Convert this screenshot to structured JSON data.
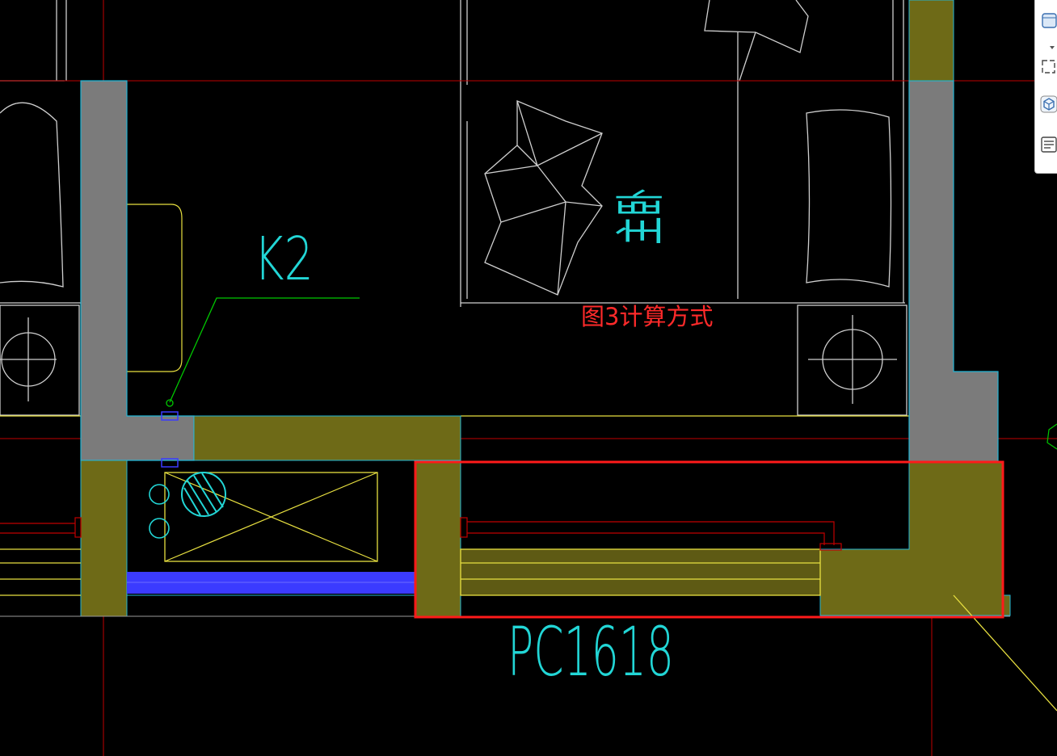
{
  "drawing": {
    "labels": {
      "room_name": "主卧",
      "ac_unit_tag": "K2",
      "window_tag": "PC1618",
      "annotation": "图3计算方式"
    },
    "colors": {
      "background": "#000000",
      "wall_fill": "#7b7b7b",
      "window_fill": "#6e6a17",
      "wall_edge": "#22b6d6",
      "axis_line": "#c00000",
      "leader_line": "#00c800",
      "furniture_line": "#cfcfcf",
      "window_line": "#e8e040",
      "blue_glass": "#3b3bff",
      "highlight_box": "#ff1a1a",
      "text_cyan": "#22d6d6",
      "text_red": "#ff2a2a"
    }
  },
  "toolbar": {
    "tools": [
      {
        "icon": "view-cube-icon"
      },
      {
        "icon": "select-box-icon"
      },
      {
        "icon": "3d-cube-icon"
      },
      {
        "icon": "properties-list-icon"
      }
    ]
  }
}
